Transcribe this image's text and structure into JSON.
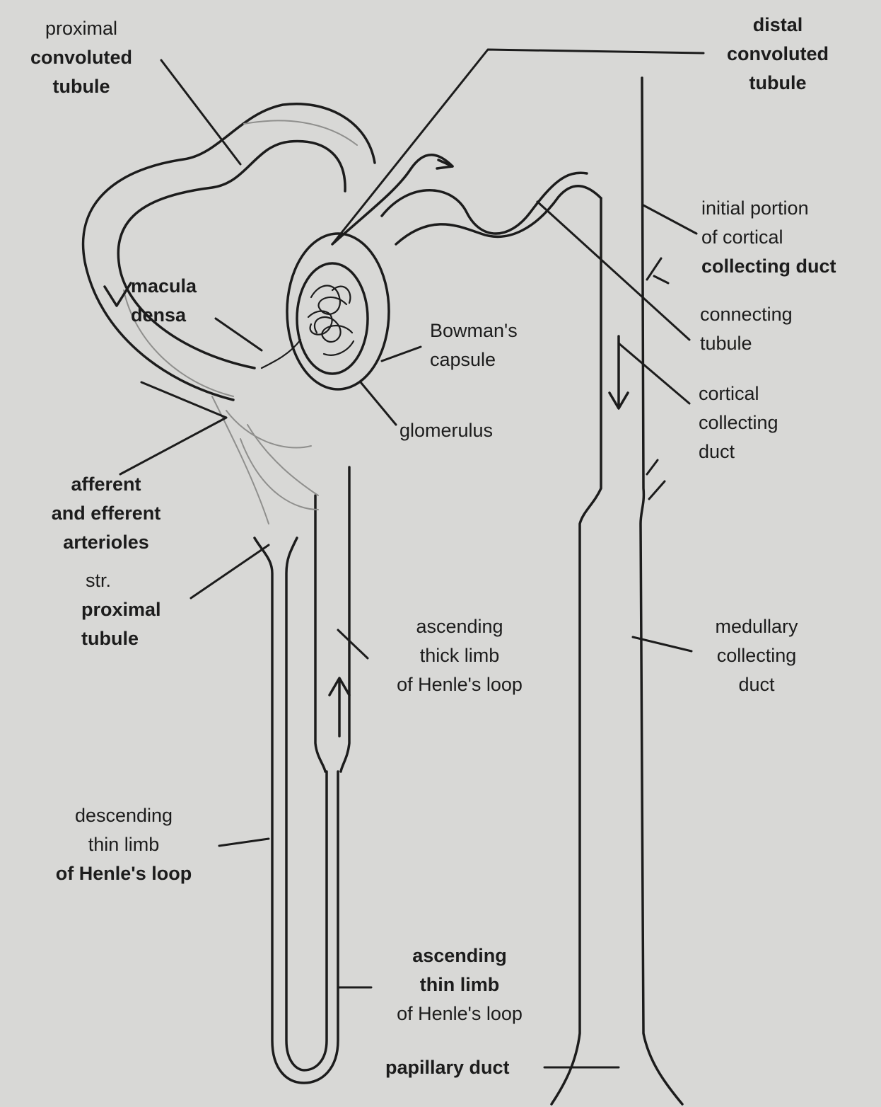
{
  "diagram": {
    "labels": {
      "proximal_convoluted_tubule": [
        "proximal",
        "convoluted",
        "tubule"
      ],
      "distal_convoluted_tubule": [
        "distal",
        "convoluted",
        "tubule"
      ],
      "initial_cortical_collecting_duct": [
        "initial portion",
        "of cortical",
        "collecting duct"
      ],
      "connecting_tubule": [
        "connecting",
        "tubule"
      ],
      "macula_densa": [
        "macula",
        "densa"
      ],
      "bowmans_capsule": [
        "Bowman's",
        "capsule"
      ],
      "cortical_collecting_duct": [
        "cortical",
        "collecting",
        "duct"
      ],
      "glomerulus": [
        "glomerulus"
      ],
      "afferent_efferent_arterioles": [
        "afferent",
        "and efferent",
        "arterioles"
      ],
      "straight_proximal_tubule": [
        "str.",
        "proximal",
        "tubule"
      ],
      "ascending_thick_limb": [
        "ascending",
        "thick limb",
        "of Henle's loop"
      ],
      "medullary_collecting_duct": [
        "medullary",
        "collecting",
        "duct"
      ],
      "descending_thin_limb": [
        "descending",
        "thin limb",
        "of Henle's loop"
      ],
      "ascending_thin_limb": [
        "ascending",
        "thin limb",
        "of Henle's loop"
      ],
      "papillary_duct": [
        "papillary duct"
      ]
    },
    "colors": {
      "ink": "#1c1c1c",
      "paper": "#d8d8d6",
      "shade": "#8f8f8d"
    }
  }
}
